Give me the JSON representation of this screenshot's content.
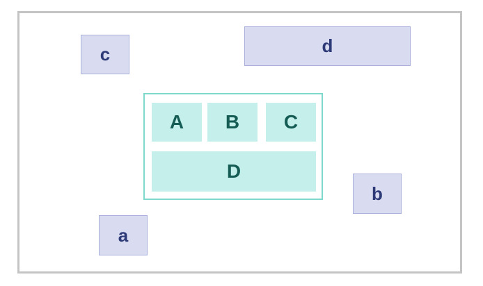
{
  "loose_items": {
    "a": "a",
    "b": "b",
    "c": "c",
    "d": "d"
  },
  "grid": {
    "cells": {
      "A": "A",
      "B": "B",
      "C": "C",
      "D": "D"
    }
  },
  "colors": {
    "loose_fill": "#d9dcf0",
    "loose_border": "#a9b0dc",
    "loose_text": "#2e3a78",
    "grid_border": "#7fd8cc",
    "grid_cell_fill": "#c5efea",
    "grid_cell_text": "#155c55",
    "frame_border": "#c4c4c4"
  }
}
